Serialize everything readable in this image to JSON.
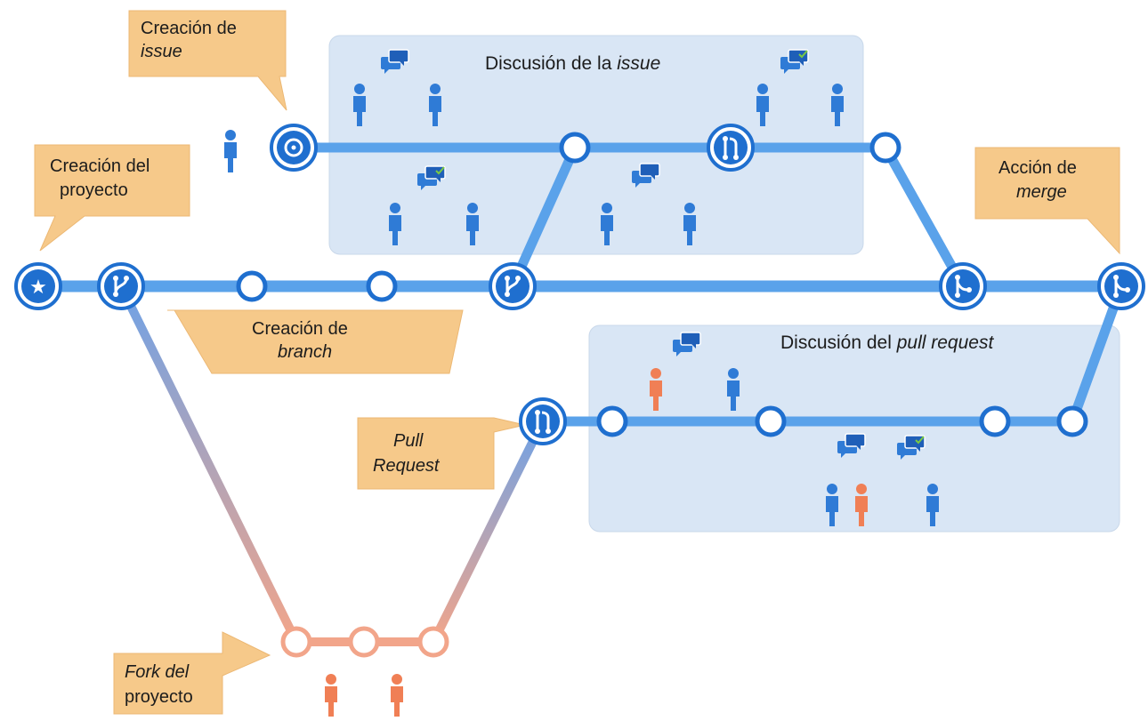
{
  "panels": {
    "issue": {
      "title_plain": "Discusión de la ",
      "title_italic": "issue"
    },
    "pull_request": {
      "title_plain": "Discusión del ",
      "title_italic": "pull request"
    }
  },
  "callouts": {
    "issue_creation": {
      "line1": "Creación de",
      "line2": "issue"
    },
    "project_creation": {
      "line1": "Creación del",
      "line2": "proyecto"
    },
    "branch_creation": {
      "line1": "Creación de",
      "line2": "branch"
    },
    "merge_action": {
      "line1": "Acción de",
      "line2": "merge"
    },
    "pull_request": {
      "line1": "Pull",
      "line2": "Request"
    },
    "fork": {
      "line1": "Fork del",
      "line2": "proyecto"
    }
  },
  "node_icons": {
    "start": "star-icon",
    "branch": "branch-icon",
    "issue": "issue-icon",
    "pull_request": "pull-request-icon",
    "merge": "merge-icon",
    "commit": "commit-node"
  },
  "colors": {
    "main_line": "#5aa2ea",
    "node_fill": "#1f6fcf",
    "panel_fill": "#d9e6f5",
    "callout_fill": "#f6c98a",
    "fork_line": "#f2a58a",
    "person_blue": "#2f7bd6",
    "person_orange": "#f07f55",
    "check": "#7ac943"
  }
}
